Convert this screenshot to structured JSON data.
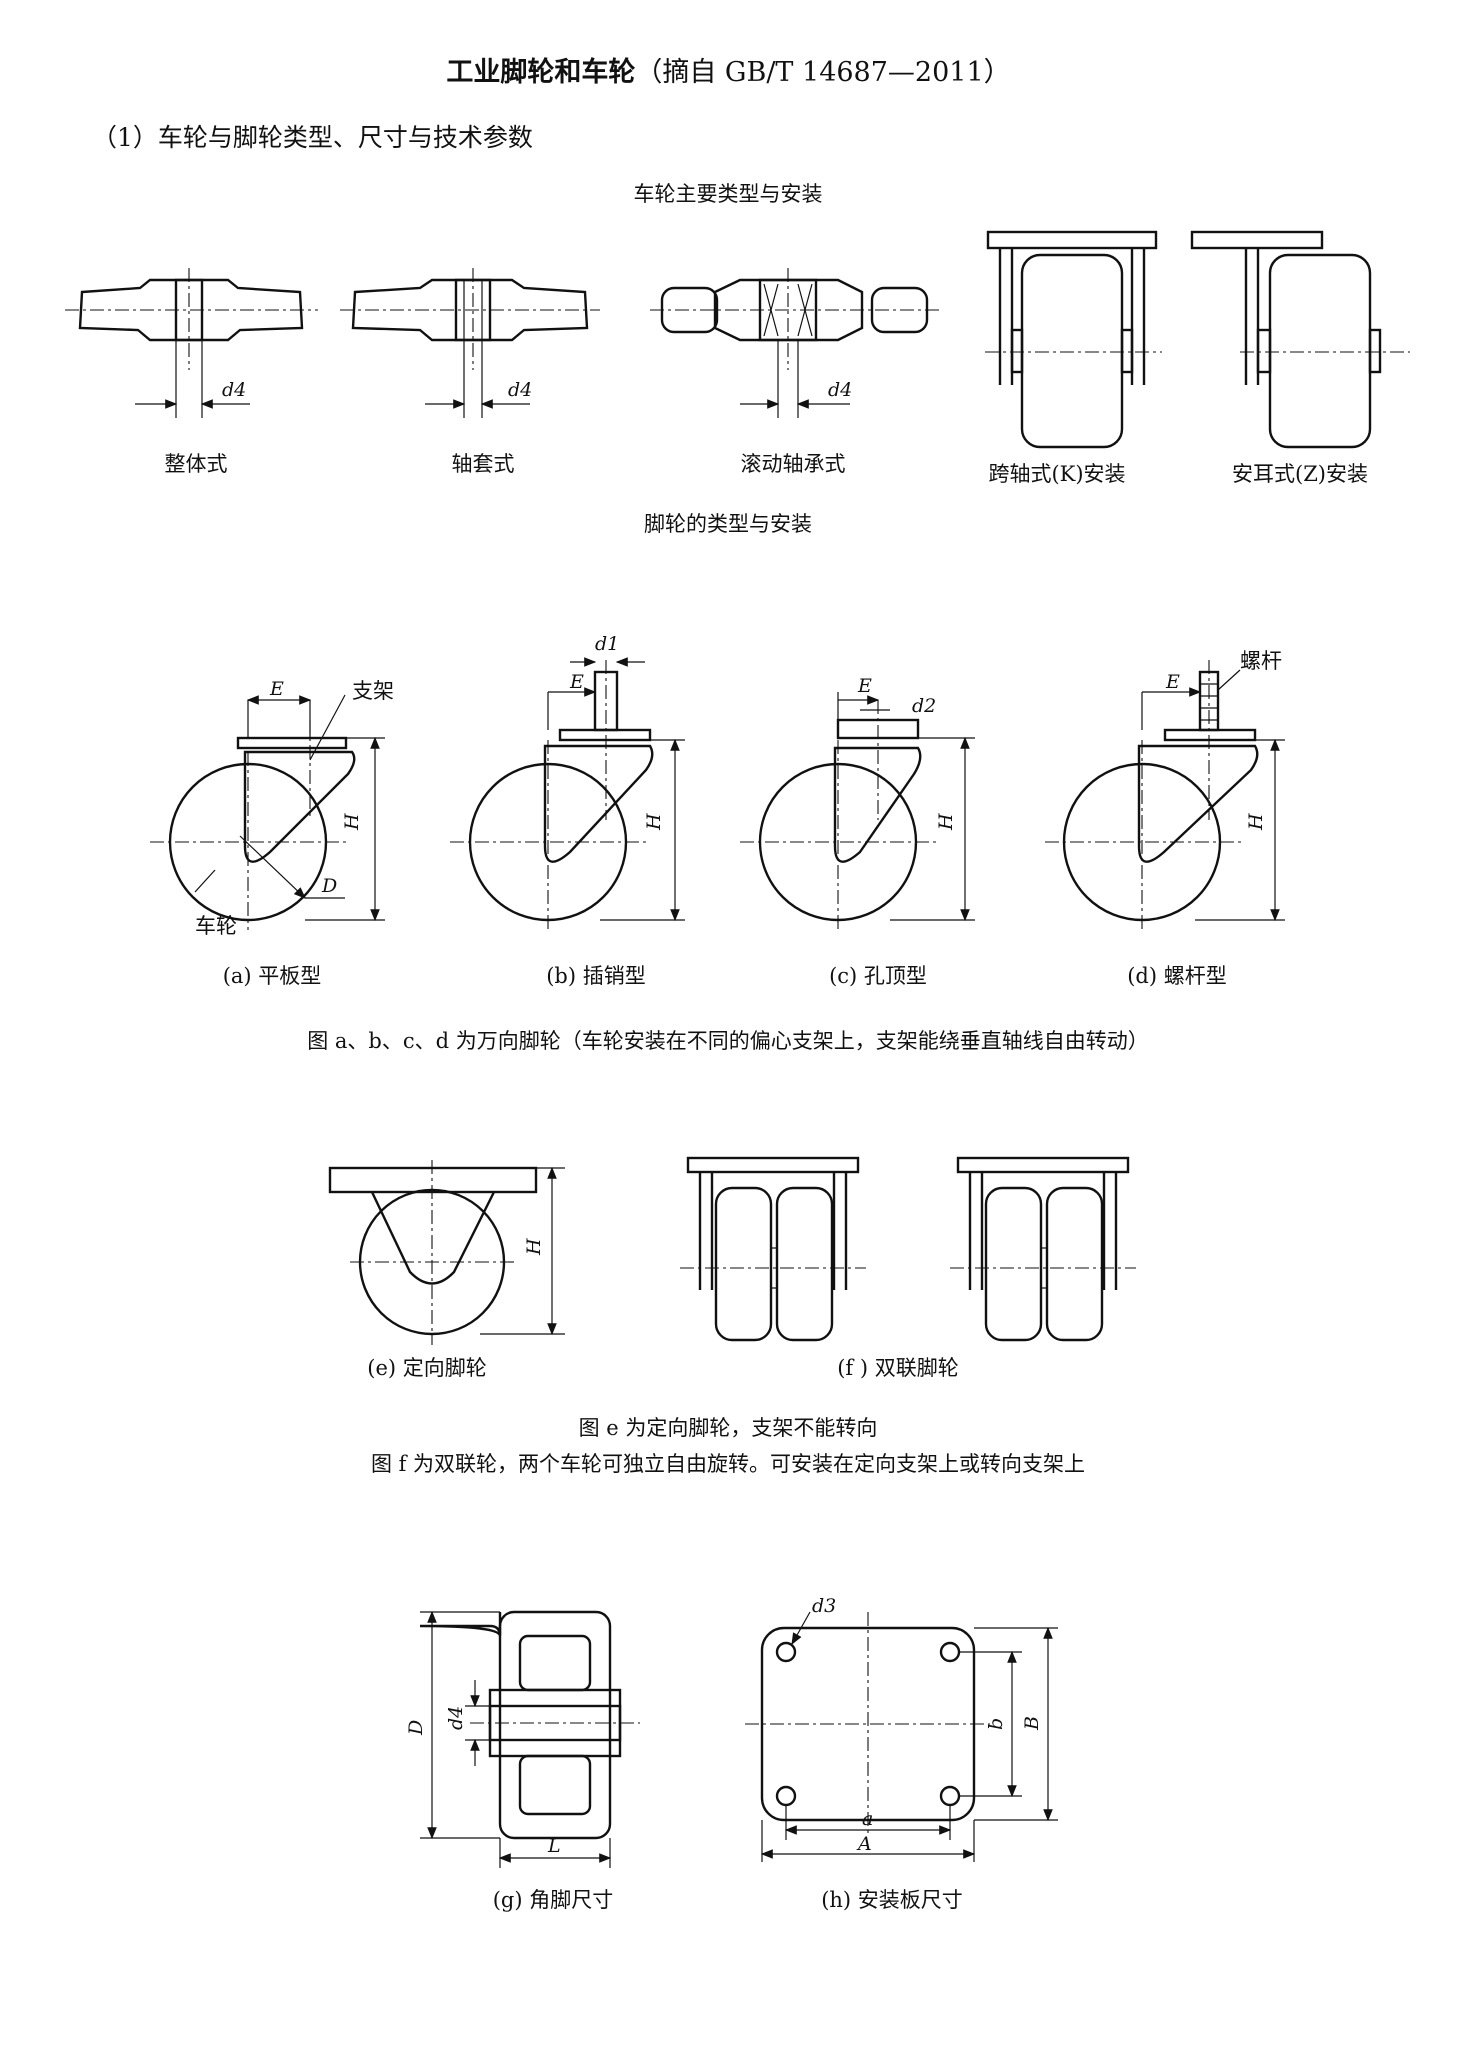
{
  "title": {
    "bold": "工业脚轮和车轮",
    "rest": "（摘自 GB/T 14687—2011）"
  },
  "section": "（1）车轮与脚轮类型、尺寸与技术参数",
  "wheel_types": {
    "heading": "车轮主要类型与安装",
    "labels": [
      "整体式",
      "轴套式",
      "滚动轴承式",
      "跨轴式(K)安装",
      "安耳式(Z)安装"
    ]
  },
  "caster_types": {
    "heading": "脚轮的类型与安装",
    "labels": [
      "(a) 平板型",
      "(b) 插销型",
      "(c) 孔顶型",
      "(d) 螺杆型"
    ],
    "callouts": {
      "bracket": "支架",
      "wheel": "车轮",
      "screw": "螺杆"
    },
    "note": "图 a、b、c、d 为万向脚轮（车轮安装在不同的偏心支架上，支架能绕垂直轴线自由转动）"
  },
  "fixed_caster": {
    "labels": [
      "(e) 定向脚轮",
      "(f ) 双联脚轮"
    ],
    "notes": [
      "图 e 为定向脚轮，支架不能转向",
      "图 f 为双联轮，两个车轮可独立自由旋转。可安装在定向支架上或转向支架上"
    ]
  },
  "dimensions": {
    "labels": [
      "(g) 角脚尺寸",
      "(h) 安装板尺寸"
    ]
  },
  "symbols": {
    "d4": "d4",
    "d1": "d1",
    "d2": "d2",
    "d3": "d3",
    "E": "E",
    "H": "H",
    "D": "D",
    "L": "L",
    "a": "a",
    "A": "A",
    "b": "b",
    "B": "B"
  }
}
